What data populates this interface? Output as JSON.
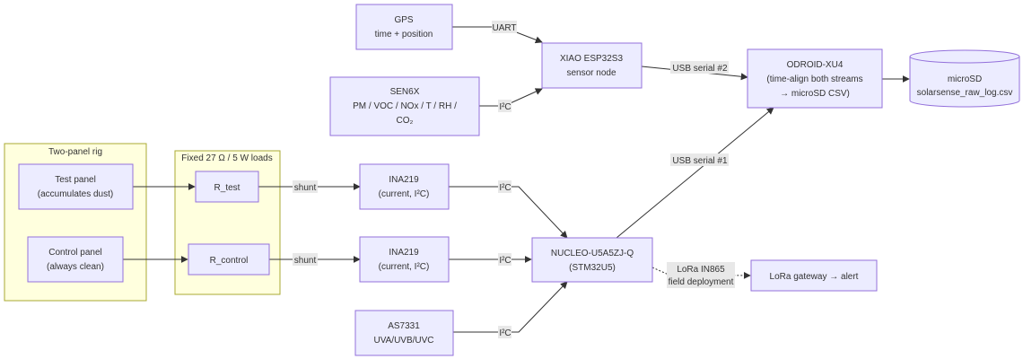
{
  "clusters": {
    "rig": {
      "title": "Two-panel rig"
    },
    "loads": {
      "title": "Fixed 27 Ω / 5 W loads"
    }
  },
  "nodes": {
    "gps": [
      "GPS",
      "time + position"
    ],
    "sen6x": [
      "SEN6X",
      "PM / VOC / NOx / T / RH /",
      "CO₂"
    ],
    "xiao": [
      "XIAO ESP32S3",
      "sensor node"
    ],
    "odroid": [
      "ODROID-XU4",
      "(time-align both streams",
      "→ microSD CSV)"
    ],
    "microsd": [
      "microSD",
      "solarsense_raw_log.csv"
    ],
    "test_panel": [
      "Test panel",
      "(accumulates dust)"
    ],
    "control_panel": [
      "Control panel",
      "(always clean)"
    ],
    "r_test": [
      "R_test"
    ],
    "r_control": [
      "R_control"
    ],
    "ina_test": [
      "INA219",
      "(current, I²C)"
    ],
    "ina_control": [
      "INA219",
      "(current, I²C)"
    ],
    "nucleo": [
      "NUCLEO-U5A5ZJ-Q",
      "(STM32U5)"
    ],
    "as7331": [
      "AS7331",
      "UVA/UVB/UVC"
    ],
    "lora_gw": [
      "LoRa gateway → alert"
    ]
  },
  "edge_labels": {
    "gps_xiao": [
      "UART"
    ],
    "sen6x_xiao": [
      "I²C"
    ],
    "xiao_odroid": [
      "USB serial #2"
    ],
    "nucleo_odroid": [
      "USB serial #1"
    ],
    "shunt_test": [
      "shunt"
    ],
    "shunt_control": [
      "shunt"
    ],
    "i2c_ina_test": [
      "I²C"
    ],
    "i2c_ina_control": [
      "I²C"
    ],
    "i2c_as7331": [
      "I²C"
    ],
    "lora": [
      "LoRa IN865",
      "field deployment"
    ]
  }
}
